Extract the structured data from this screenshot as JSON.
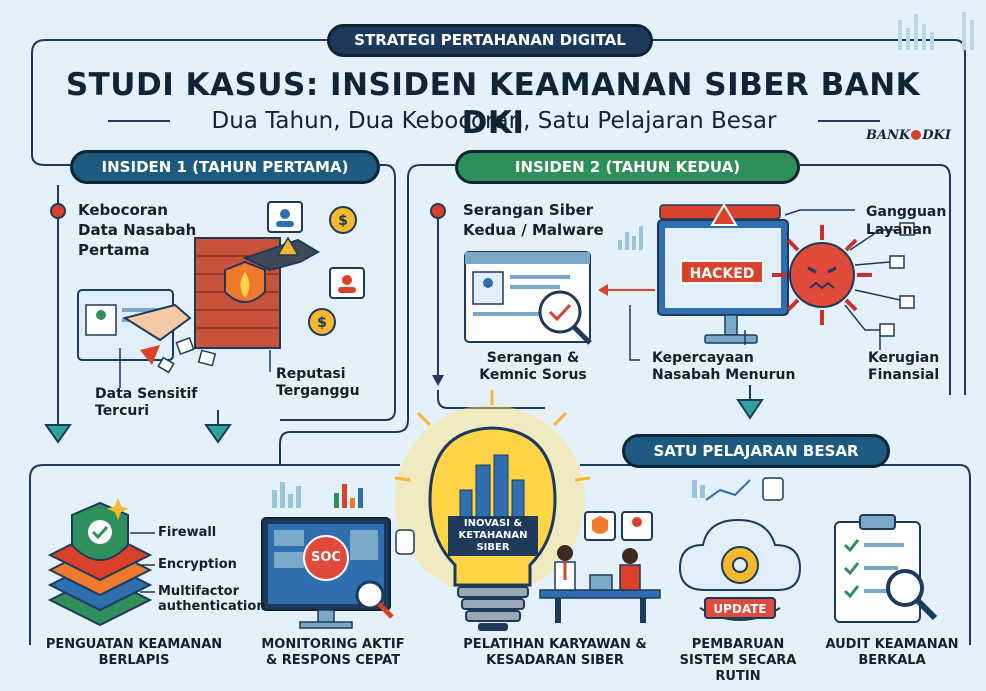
{
  "header": {
    "kicker": "STRATEGI PERTAHANAN DIGITAL",
    "title": "STUDI KASUS: INSIDEN KEAMANAN SIBER BANK DKI",
    "subtitle": "Dua Tahun, Dua Kebocoran, Satu Pelajaran Besar",
    "logo_text_left": "BANK",
    "logo_text_right": "DKI"
  },
  "incident1": {
    "header": "INSIDEN 1 (TAHUN PERTAMA)",
    "label_main": "Kebocoran Data Nasabah Pertama",
    "label_stolen": "Data Sensitif Tercuri",
    "label_reputation": "Reputasi Terganggu"
  },
  "incident2": {
    "header": "INSIDEN 2 (TAHUN KEDUA)",
    "label_attack": "Serangan Siber Kedua / Malware",
    "label_disruption": "Gangguan Layanan",
    "label_kemnic": "Serangan & Kemnic Sorus",
    "label_trust": "Kepercayaan Nasabah Menurun",
    "label_loss": "Kerugian Finansial",
    "screen_badge": "HACKED"
  },
  "lesson": {
    "header": "SATU PELAJARAN BESAR",
    "bulb_text": "INOVASI & KETAHANAN SIBER",
    "layers": [
      "Firewall",
      "Encryption",
      "Multifactor authentication"
    ],
    "soc_label": "SOC",
    "update_label": "UPDATE",
    "items": [
      "PENGUATAN KEAMANAN BERLAPIS",
      "MONITORING AKTIF & RESPONS CEPAT",
      "PELATIHAN KARYAWAN & KESADARAN SIBER",
      "PEMBARUAN SISTEM SECARA RUTIN",
      "AUDIT KEAMANAN BERKALA"
    ]
  },
  "colors": {
    "navy": "#1d3a5c",
    "green": "#2f8f5b",
    "red": "#d9412b",
    "background": "#e4f1fa"
  }
}
